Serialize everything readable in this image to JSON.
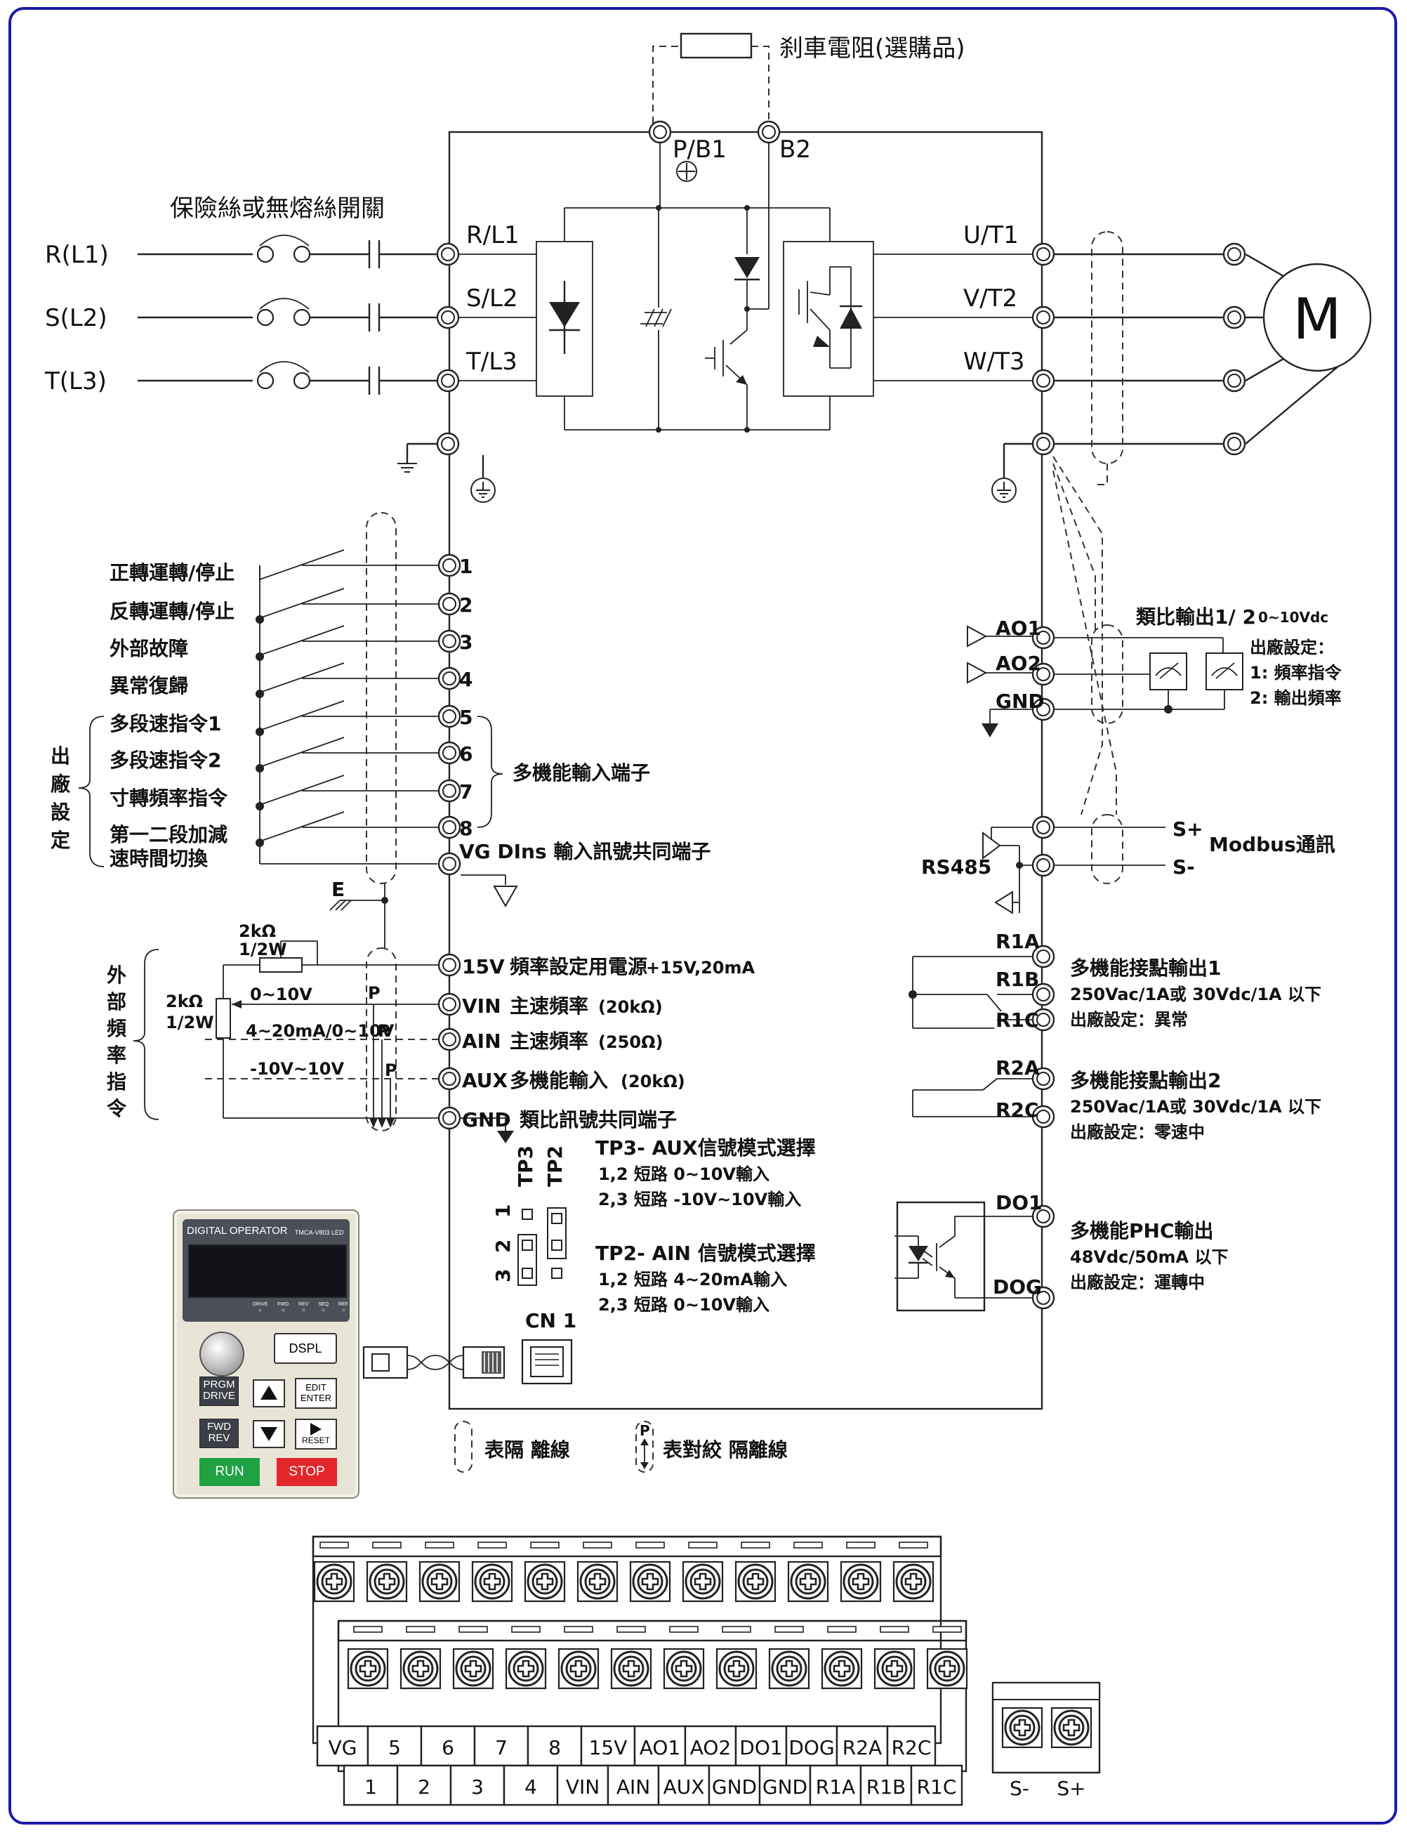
{
  "brake": {
    "label": "刹車電阻(選購品)",
    "pb1": "P/B1",
    "b2": "B2"
  },
  "fuse_label": "保險絲或無熔絲開關",
  "mains": [
    "R(L1)",
    "S(L2)",
    "T(L3)"
  ],
  "inputs": [
    "R/L1",
    "S/L2",
    "T/L3"
  ],
  "outputs": [
    "U/T1",
    "V/T2",
    "W/T3"
  ],
  "motor": "M",
  "di": {
    "labels": [
      "正轉運轉/停止",
      "反轉運轉/停止",
      "外部故障",
      "異常復歸",
      "多段速指令1",
      "多段速指令2",
      "寸轉頻率指令",
      "第一二段加減",
      "速時間切換"
    ],
    "terminals": [
      "1",
      "2",
      "3",
      "4",
      "5",
      "6",
      "7",
      "8"
    ],
    "factory": [
      "出",
      "廠",
      "設",
      "定"
    ],
    "multi_func": "多機能輸入端子",
    "vg": "VG DIns 輸入訊號共同端子"
  },
  "analog": {
    "e": "E",
    "r1": "2kΩ",
    "r1w": "1/2W",
    "r2": "2kΩ",
    "r2w": "1/2W",
    "side": [
      "外",
      "部",
      "頻",
      "率",
      "指",
      "令"
    ],
    "v1": "0~10V",
    "v2": "4~20mA/0~10V",
    "v3": "-10V~10V",
    "p": "P",
    "rows": [
      {
        "term": "15V",
        "desc": "頻率設定用電源",
        "spec": "+15V,20mA"
      },
      {
        "term": "VIN",
        "desc": "主速頻率",
        "spec": "(20kΩ)"
      },
      {
        "term": "AIN",
        "desc": "主速頻率",
        "spec": "(250Ω)"
      },
      {
        "term": "AUX",
        "desc": "多機能輸入",
        "spec": "(20kΩ)"
      },
      {
        "term": "GND",
        "desc": "類比訊號共同端子",
        "spec": ""
      }
    ]
  },
  "jumpers": {
    "tp3": "TP3",
    "tp2": "TP2",
    "n1": "1",
    "n2": "2",
    "n3": "3",
    "tp3_title": "TP3- AUX信號模式選擇",
    "tp3_a": "1,2 短路 0~10V輸入",
    "tp3_b": "2,3 短路 -10V~10V輸入",
    "tp2_title": "TP2- AIN 信號模式選擇",
    "tp2_a": "1,2 短路 4~20mA輸入",
    "tp2_b": "2,3 短路 0~10V輸入",
    "cn1": "CN 1"
  },
  "ao": {
    "ao1": "AO1",
    "ao2": "AO2",
    "gnd": "GND",
    "title": "類比輸出1/ 2",
    "range": "0~10Vdc",
    "f1": "出廠設定：",
    "f2": "1: 頻率指令",
    "f3": "2: 輸出頻率"
  },
  "comm": {
    "sp": "S+",
    "sm": "S-",
    "rs": "RS485",
    "title": "Modbus通訊"
  },
  "relays": {
    "r1a": "R1A",
    "r1b": "R1B",
    "r1c": "R1C",
    "r1_title": "多機能接點輸出1",
    "r1_spec": "250Vac/1A或 30Vdc/1A 以下",
    "r1_def": "出廠設定：異常",
    "r2a": "R2A",
    "r2c": "R2C",
    "r2_title": "多機能接點輸出2",
    "r2_spec": "250Vac/1A或 30Vdc/1A 以下",
    "r2_def": "出廠設定：零速中"
  },
  "phc": {
    "do1": "DO1",
    "dog": "DOG",
    "title": "多機能PHC輸出",
    "spec": "48Vdc/50mA 以下",
    "def": "出廠設定：運轉中"
  },
  "legend": {
    "shield": "表隔 離線",
    "twisted": "表對絞 隔離線"
  },
  "operator": {
    "title": "DIGITAL OPERATOR",
    "model": "TMCA-V803 LED",
    "leds": [
      "DRIVE",
      "FWD",
      "REV",
      "SEQ",
      "REF"
    ],
    "dspl": "DSPL",
    "prgm1": "PRGM",
    "prgm2": "DRIVE",
    "edit1": "EDIT",
    "edit2": "ENTER",
    "fwd1": "FWD",
    "fwd2": "REV",
    "reset": "RESET",
    "run": "RUN",
    "stop": "STOP"
  },
  "terminal_strip": {
    "top": [
      "VG",
      "5",
      "6",
      "7",
      "8",
      "15V",
      "AO1",
      "AO2",
      "DO1",
      "DOG",
      "R2A",
      "R2C"
    ],
    "bottom": [
      "1",
      "2",
      "3",
      "4",
      "VIN",
      "AIN",
      "AUX",
      "GND",
      "GND",
      "R1A",
      "R1B",
      "R1C"
    ],
    "comm": [
      "S-",
      "S+"
    ]
  },
  "colors": {
    "frame": "#1c1ca8",
    "run": "#1fa244",
    "stop": "#e2262b"
  }
}
